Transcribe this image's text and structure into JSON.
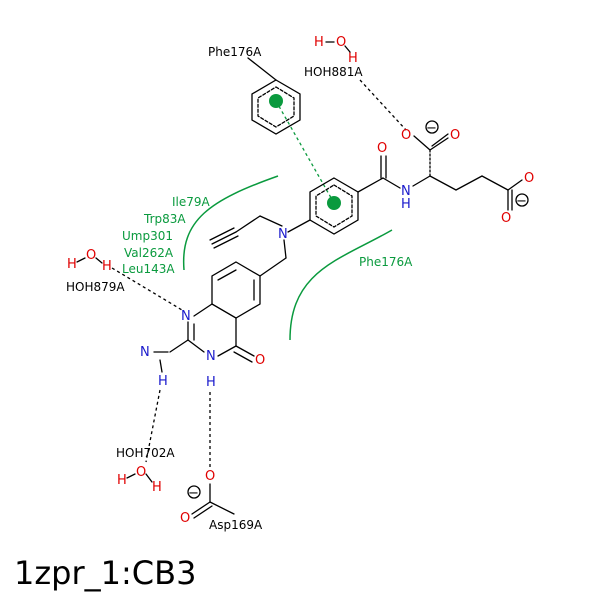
{
  "title": "1zpr_1:CB3",
  "colors": {
    "interaction": "#0a9a3e",
    "oxygen": "#e00000",
    "nitrogen": "#1a1acc",
    "bond": "#000000"
  },
  "residues": {
    "phe176_top": "Phe176A",
    "phe176_right": "Phe176A",
    "ile79": "Ile79A",
    "trp83": "Trp83A",
    "ump301": "Ump301",
    "val262": "Val262A",
    "leu143": "Leu143A",
    "asp169": "Asp169A"
  },
  "waters": {
    "hoh881": "HOH881A",
    "hoh879": "HOH879A",
    "hoh702": "HOH702A"
  },
  "atoms": {
    "H": "H",
    "O": "O",
    "N": "N",
    "minus": "−"
  }
}
